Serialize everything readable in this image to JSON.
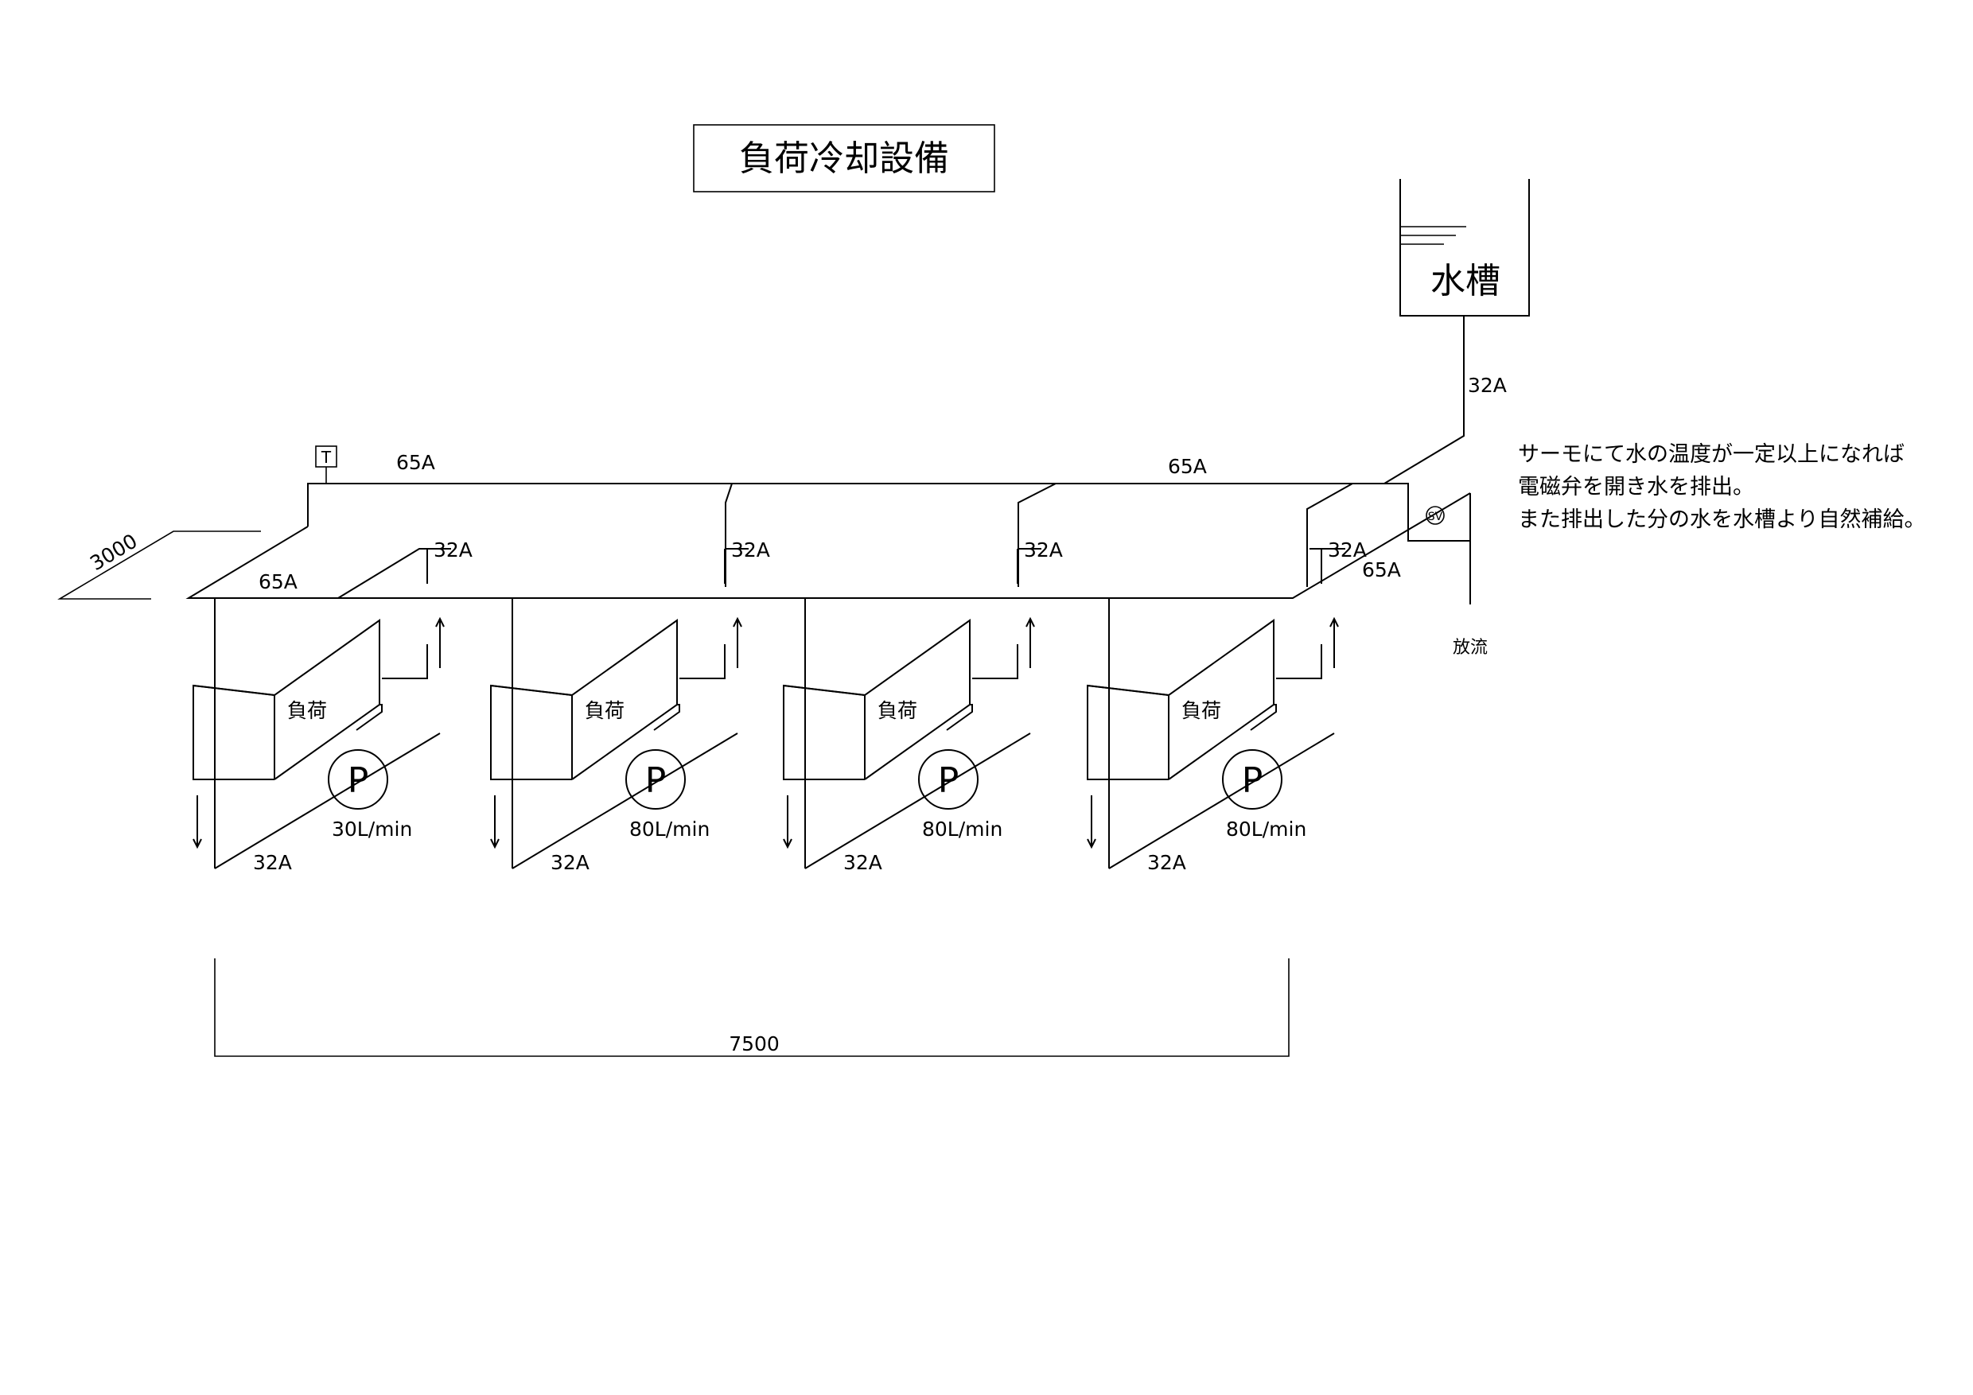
{
  "title": "負荷冷却設備",
  "tank": {
    "label": "水槽",
    "pipe": "32A"
  },
  "thermostat": {
    "symbol": "T"
  },
  "solenoid_valve": {
    "symbol": "SV",
    "outlet": "放流"
  },
  "header_pipes": {
    "top_left": "65A",
    "top_right": "65A",
    "front_left": "65A",
    "front_right": "65A"
  },
  "dimensions": {
    "depth": "3000",
    "width": "7500"
  },
  "note_lines": [
    "サーモにて水の温度が一定以上になれば",
    "電磁弁を開き水を排出。",
    "また排出した分の水を水槽より自然補給。"
  ],
  "units": [
    {
      "load_label": "負荷",
      "pump_symbol": "P",
      "flow": "30L/min",
      "supply_pipe": "32A",
      "return_pipe": "32A"
    },
    {
      "load_label": "負荷",
      "pump_symbol": "P",
      "flow": "80L/min",
      "supply_pipe": "32A",
      "return_pipe": "32A"
    },
    {
      "load_label": "負荷",
      "pump_symbol": "P",
      "flow": "80L/min",
      "supply_pipe": "32A",
      "return_pipe": "32A"
    },
    {
      "load_label": "負荷",
      "pump_symbol": "P",
      "flow": "80L/min",
      "supply_pipe": "32A",
      "return_pipe": "32A"
    }
  ]
}
